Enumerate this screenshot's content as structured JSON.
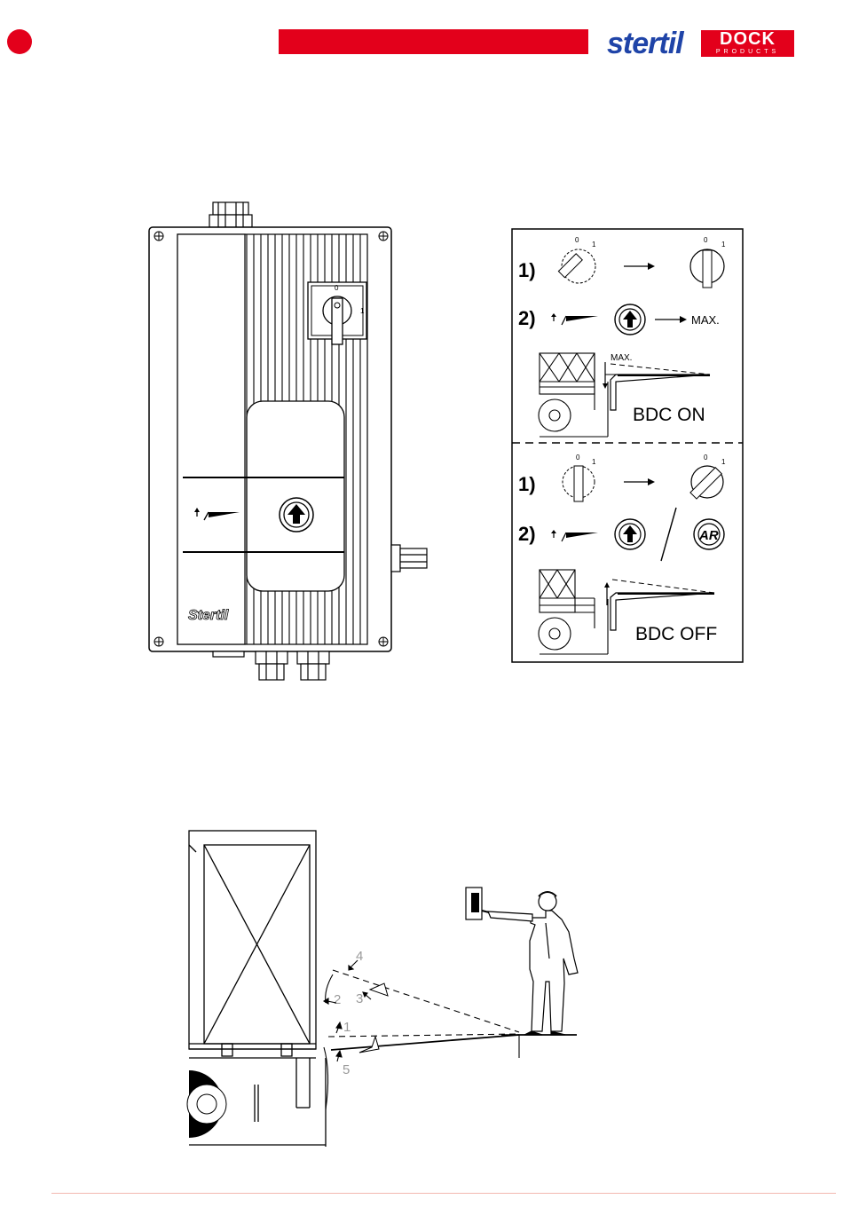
{
  "header": {
    "brand_primary": "stertil",
    "brand_secondary": "DOCK",
    "brand_tagline": "PRODUCTS",
    "accent_color": "#e3001b",
    "brand_blue": "#1f44a8"
  },
  "control_box": {
    "switch_label_off": "0",
    "switch_label_on": "1",
    "logo_text": "Stertil",
    "icons": [
      "mounting-screw-icon",
      "cable-gland-icon",
      "rotary-switch-icon",
      "up-arrow-button-icon",
      "dock-leveler-icon"
    ]
  },
  "instructions": {
    "step1": "1)",
    "step2": "2)",
    "max_label": "MAX.",
    "max_label_diagram": "MAX.",
    "bdc_on": "BDC ON",
    "bdc_off": "BDC OFF",
    "switch_off": "0",
    "switch_on": "1",
    "ar_label": "AR"
  },
  "operation_diagram": {
    "positions": [
      "1",
      "2",
      "3",
      "4",
      "5"
    ],
    "icons": [
      "truck-icon",
      "operator-icon",
      "control-box-icon",
      "leveler-lip-icon"
    ]
  }
}
